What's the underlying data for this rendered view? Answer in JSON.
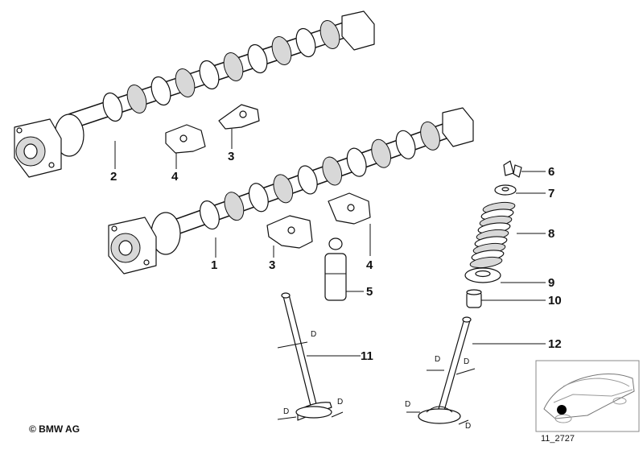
{
  "callouts": {
    "c1": "1",
    "c2": "2",
    "c3a": "3",
    "c3b": "3",
    "c4a": "4",
    "c4b": "4",
    "c5": "5",
    "c6": "6",
    "c7": "7",
    "c8": "8",
    "c9": "9",
    "c10": "10",
    "c11": "11",
    "c12": "12"
  },
  "dims": {
    "d1": "D",
    "d2": "D",
    "d3": "D",
    "d4": "D",
    "d5": "D",
    "d6": "D",
    "d7": "D"
  },
  "footer": {
    "copyright": "© BMW AG",
    "diagram_id": "11_2727"
  }
}
